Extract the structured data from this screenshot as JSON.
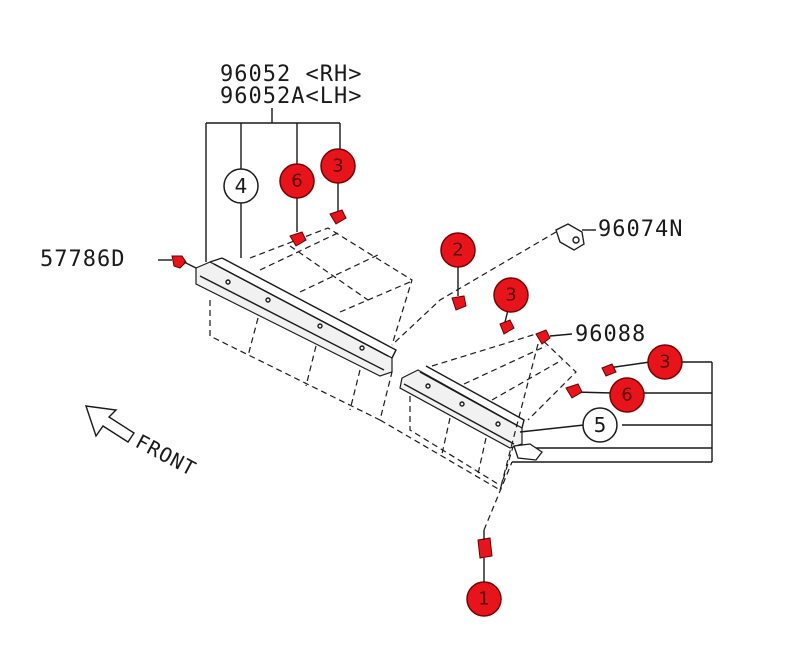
{
  "labels": {
    "part_rh": "96052 <RH>",
    "part_lh": "96052A<LH>",
    "screw": "57786D",
    "clip_right": "96074N",
    "grommet": "96088",
    "front": "FRONT"
  },
  "callouts": {
    "c1": "1",
    "c2": "2",
    "c3_top": "3",
    "c3_mid": "3",
    "c3_right": "3",
    "c4": "4",
    "c5": "5",
    "c6_top": "6",
    "c6_right": "6"
  },
  "colors": {
    "callout_red": "#e8141c",
    "line": "#1a1a1a",
    "background": "#ffffff"
  }
}
